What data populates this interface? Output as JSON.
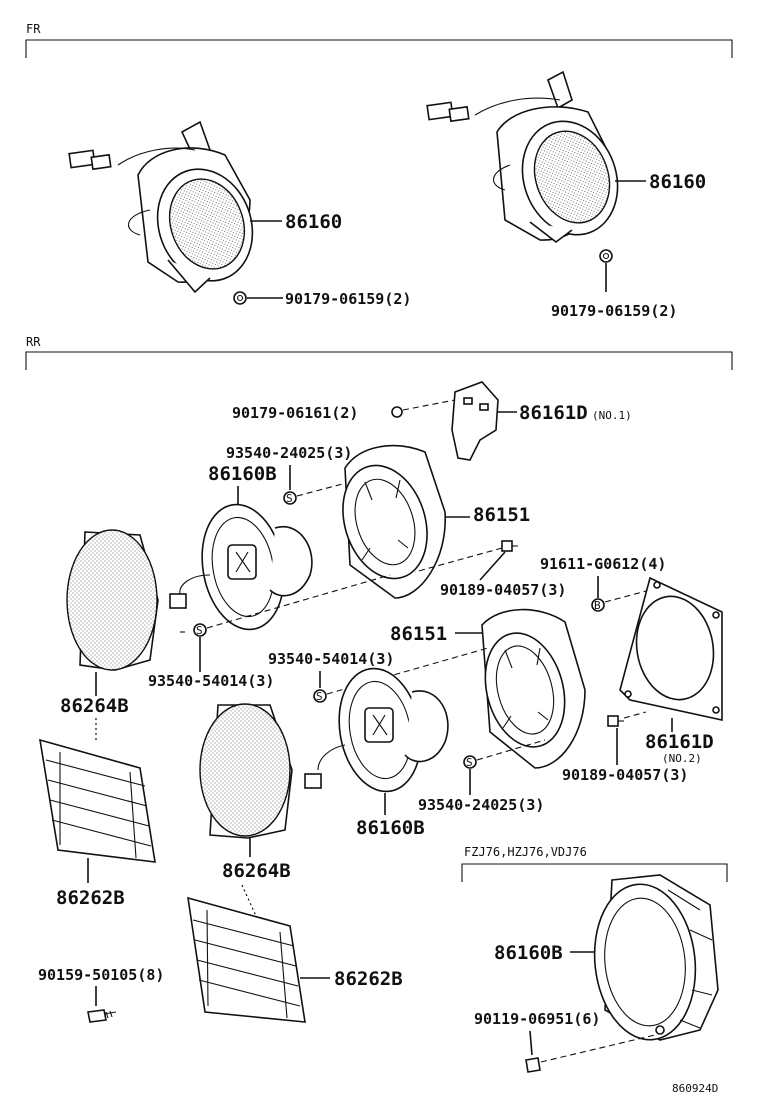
{
  "sections": {
    "front": "FR",
    "rear": "RR",
    "variant": "FZJ76,HZJ76,VDJ76"
  },
  "labels": {
    "fr_speaker_left": "86160",
    "fr_speaker_right": "86160",
    "fr_nut_left": "90179-06159(2)",
    "fr_nut_right": "90179-06159(2)",
    "nut_bracket": "90179-06161(2)",
    "bracket_no1_part": "86161D",
    "bracket_no1_note": "(NO.1)",
    "screw_upper_box": "93540-24025(3)",
    "speaker_upper": "86160B",
    "box_upper": "86151",
    "clip_upper": "90189-04057(3)",
    "bolt_b": "91611-G0612(4)",
    "screw_upper_speaker": "93540-54014(3)",
    "box_lower": "86151",
    "screw_lower_speaker": "93540-54014(3)",
    "cover_upper": "86264B",
    "bracket_no2_part": "86161D",
    "bracket_no2_note": "(NO.2)",
    "clip_lower": "90189-04057(3)",
    "screw_lower_box": "93540-24025(3)",
    "speaker_lower": "86160B",
    "grille_upper": "86262B",
    "cover_lower": "86264B",
    "bolt_grille": "90159-50105(8)",
    "grille_lower": "86262B",
    "variant_speaker": "86160B",
    "variant_screw": "90119-06951(6)",
    "diagram_code": "860924D"
  },
  "icons": {
    "screw_marker": "S",
    "bolt_marker": "B"
  }
}
